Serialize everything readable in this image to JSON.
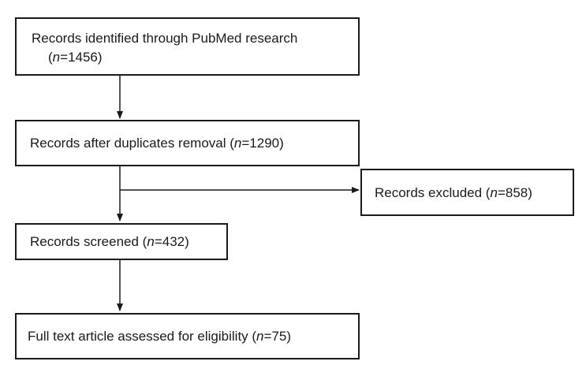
{
  "flowchart": {
    "identified": {
      "line1": "Records identified through PubMed research",
      "open": "(",
      "n": "n",
      "rest": "=1456)"
    },
    "deduplicated": {
      "prefix": "Records after duplicates removal (",
      "n": "n",
      "rest": "=1290)"
    },
    "excluded": {
      "prefix": "Records excluded (",
      "n": "n",
      "rest": "=858)"
    },
    "screened": {
      "prefix": "Records screened (",
      "n": "n",
      "rest": "=432)"
    },
    "fulltext": {
      "prefix": "Full text article assessed for eligibility (",
      "n": "n",
      "rest": "=75)"
    }
  }
}
